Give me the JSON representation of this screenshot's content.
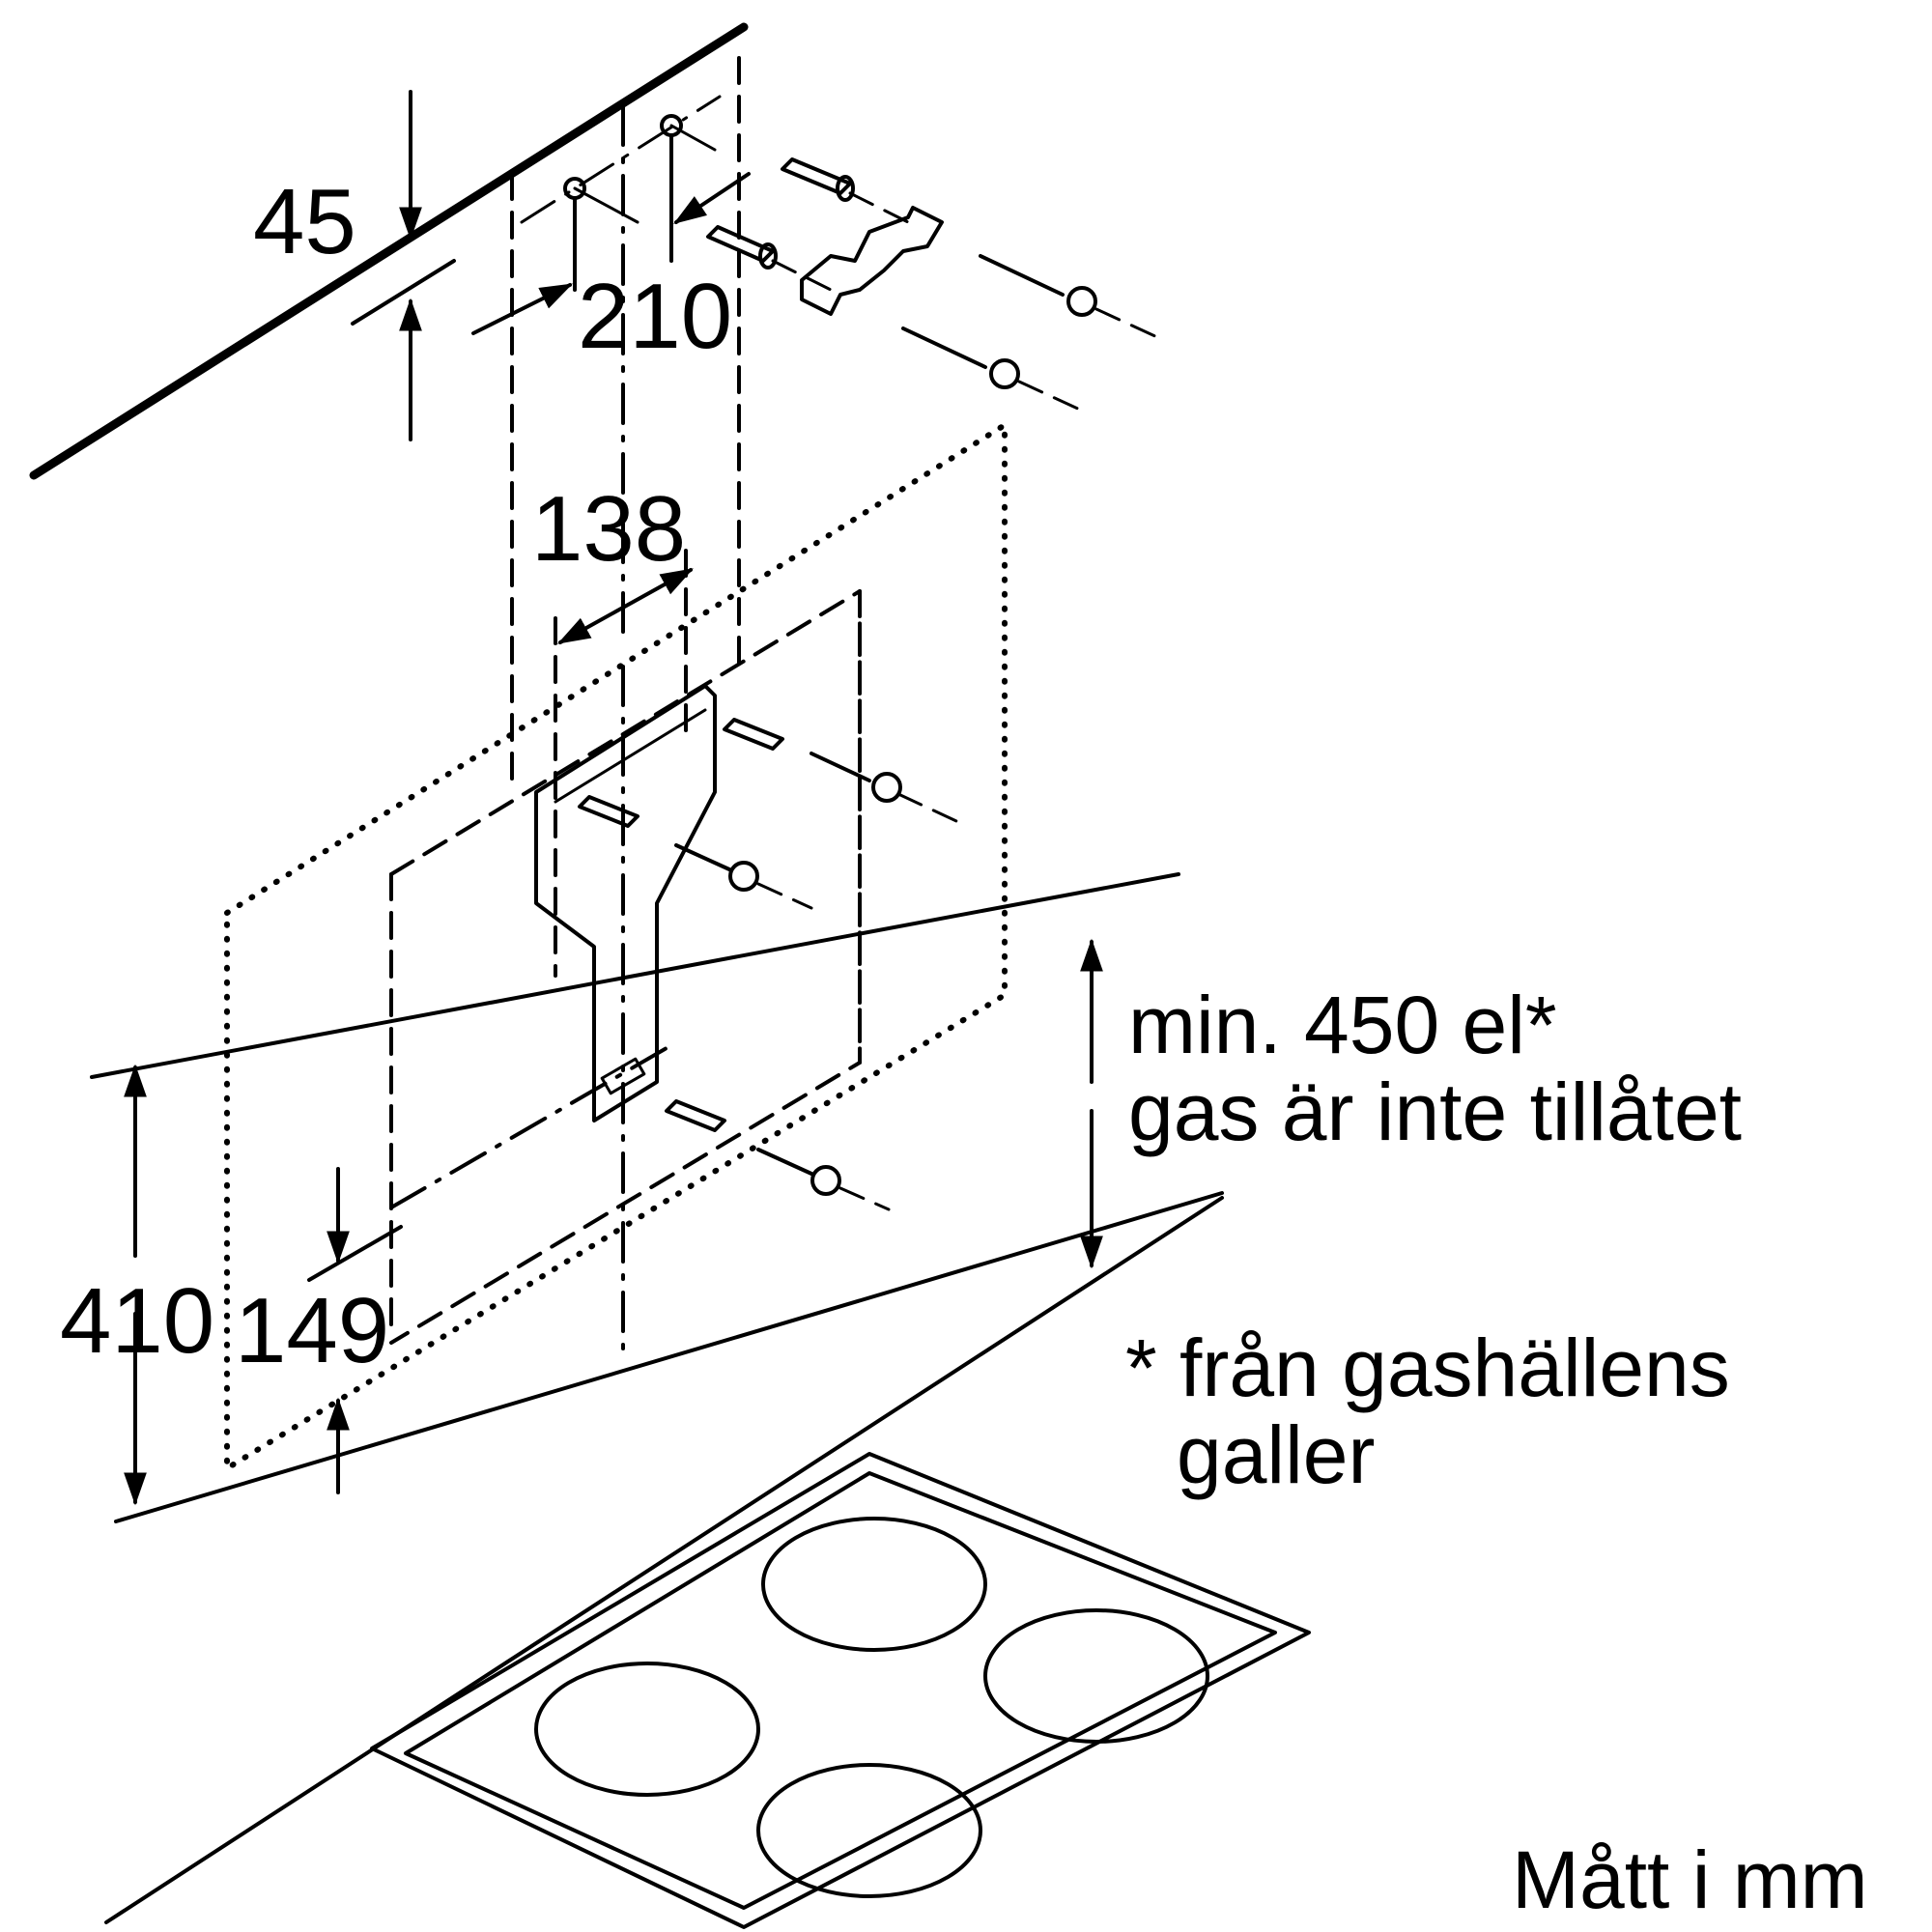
{
  "dimensions": {
    "d45": "45",
    "d210": "210",
    "d138": "138",
    "d410": "410",
    "d149": "149"
  },
  "notes": {
    "clearance_line1": "min. 450 el*",
    "clearance_line2": "gas är inte tillåtet",
    "footnote_line1": "* från gashällens",
    "footnote_line2": "galler",
    "units": "Mått i mm"
  }
}
